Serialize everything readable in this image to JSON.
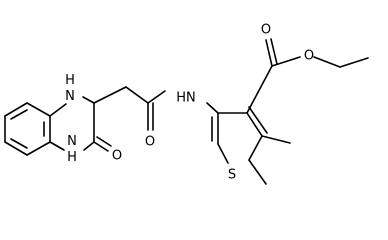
{
  "molecule": {
    "atoms": [
      {
        "id": "nh1",
        "text": "H\nN"
      },
      {
        "id": "nh4",
        "text": "N\nH"
      },
      {
        "id": "o_lactam",
        "text": "O"
      },
      {
        "id": "o_amide",
        "text": "O"
      },
      {
        "id": "nh_amide",
        "text": "HN"
      },
      {
        "id": "s",
        "text": "S"
      },
      {
        "id": "o_ester_carbonyl",
        "text": "O"
      },
      {
        "id": "o_ester_ether",
        "text": "O"
      }
    ]
  }
}
